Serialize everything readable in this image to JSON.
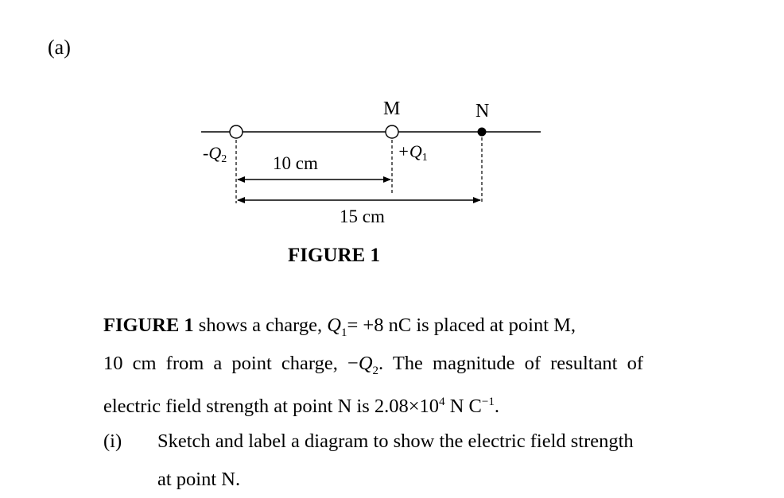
{
  "part_label": "(a)",
  "figure": {
    "label_m": "M",
    "label_n": "N",
    "charge_left": "-Q",
    "charge_left_sub": "2",
    "charge_mid": "+Q",
    "charge_mid_sub": "1",
    "dist_mq": "10 cm",
    "dist_total": "15 cm",
    "caption": "FIGURE 1"
  },
  "paragraph": {
    "l1_bold": "FIGURE 1",
    "l1_a": " shows a charge, ",
    "l1_q": "Q",
    "l1_sub": "1",
    "l1_b": "= +8 nC is placed at point M,",
    "l2_a": "10 cm from a point charge, −",
    "l2_q": "Q",
    "l2_sub": "2",
    "l2_b": ". The magnitude of resultant of",
    "l3_a": "electric field strength at point N is 2.08×10",
    "l3_sup1": "4",
    "l3_b": " N C",
    "l3_sup2": "−1",
    "l3_c": "."
  },
  "question": {
    "number": "(i)",
    "line1": "Sketch and label a diagram to show the electric field strength",
    "line2": "at point N."
  }
}
